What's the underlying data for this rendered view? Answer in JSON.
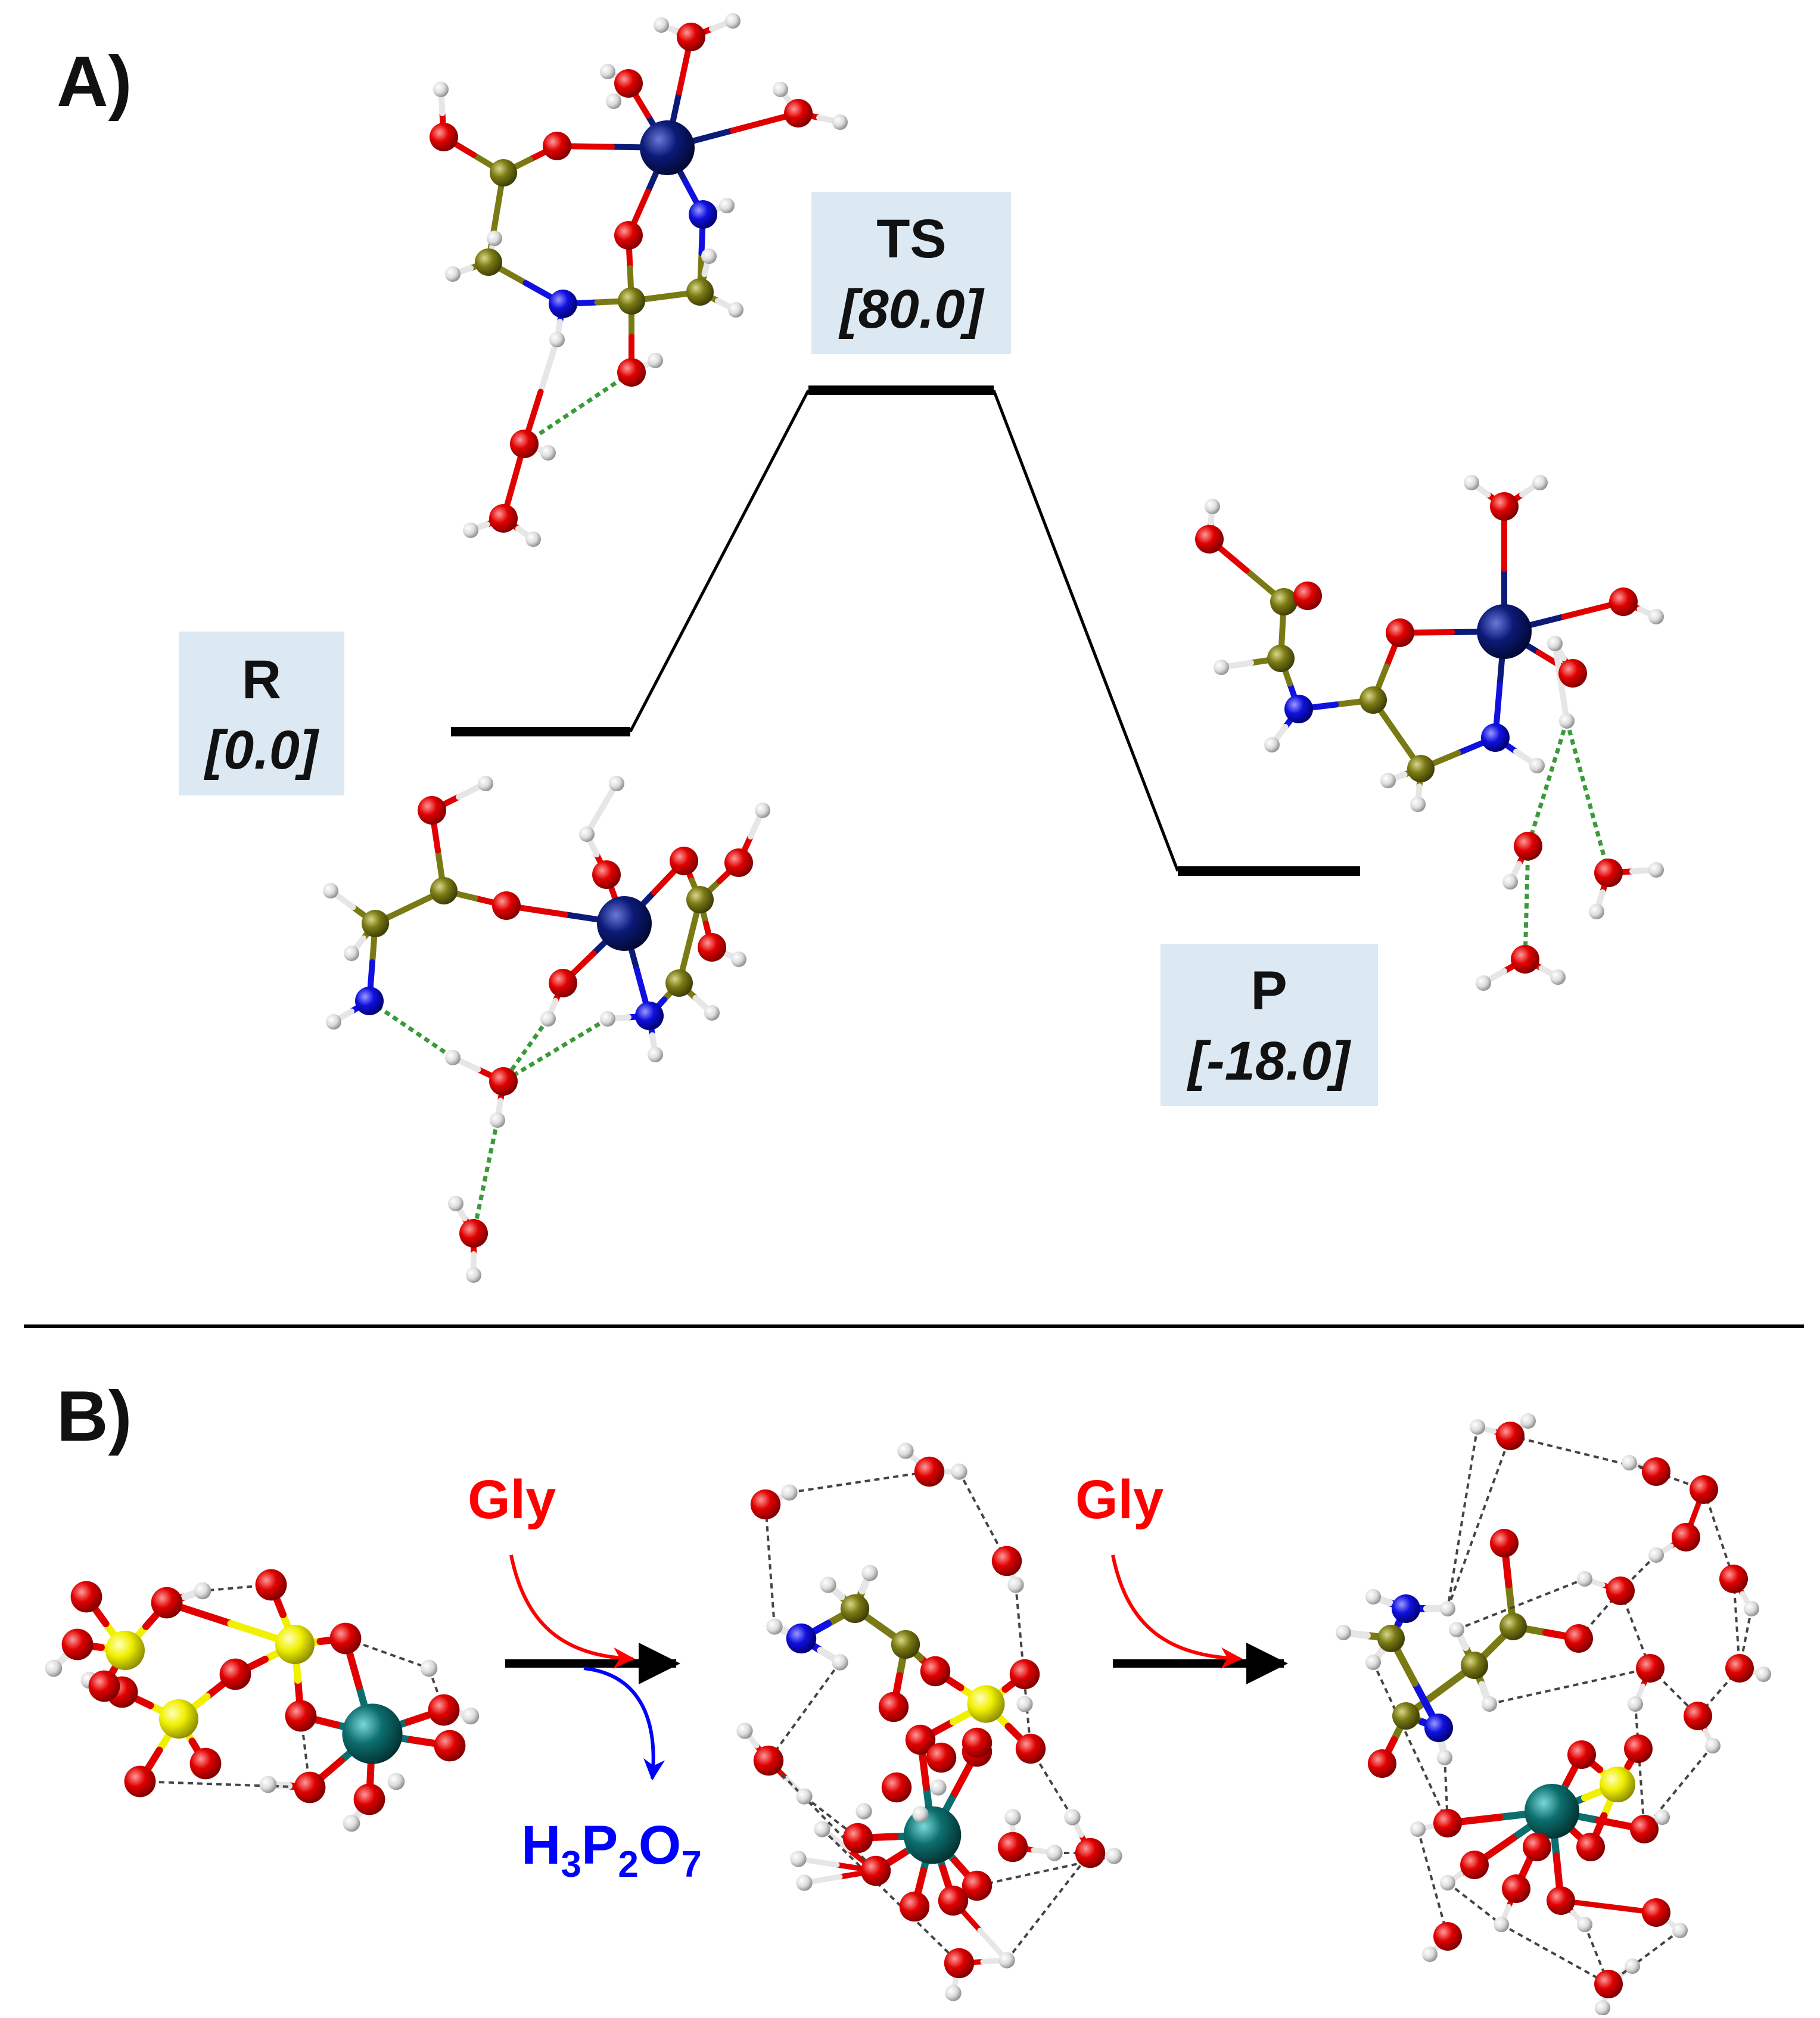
{
  "panel_a": {
    "label": "A)",
    "states": [
      {
        "name": "R",
        "energy": "[0.0]"
      },
      {
        "name": "TS",
        "energy": "[80.0]"
      },
      {
        "name": "P",
        "energy": "[-18.0]"
      }
    ]
  },
  "panel_b": {
    "label": "B)",
    "reagent_in_1": "Gly",
    "reagent_in_2": "Gly",
    "byproduct": {
      "base": "H",
      "n1": "3",
      "p": "P",
      "n2": "2",
      "o": "O",
      "n3": "7"
    }
  },
  "colors": {
    "level_box_fill": "#dce8f2",
    "reagent_arrow": "#ff0000",
    "byproduct_arrow": "#0000ff",
    "main_arrow": "#000000",
    "oxygen": "#e00000",
    "nitrogen": "#1010e0",
    "carbon": "#7a7a14",
    "hydrogen": "#e6e6e6",
    "phosphorus": "#f0f000",
    "metal_a": "#0c1a78",
    "metal_b": "#0d6e6e",
    "hbond": "#3a9a3a"
  }
}
